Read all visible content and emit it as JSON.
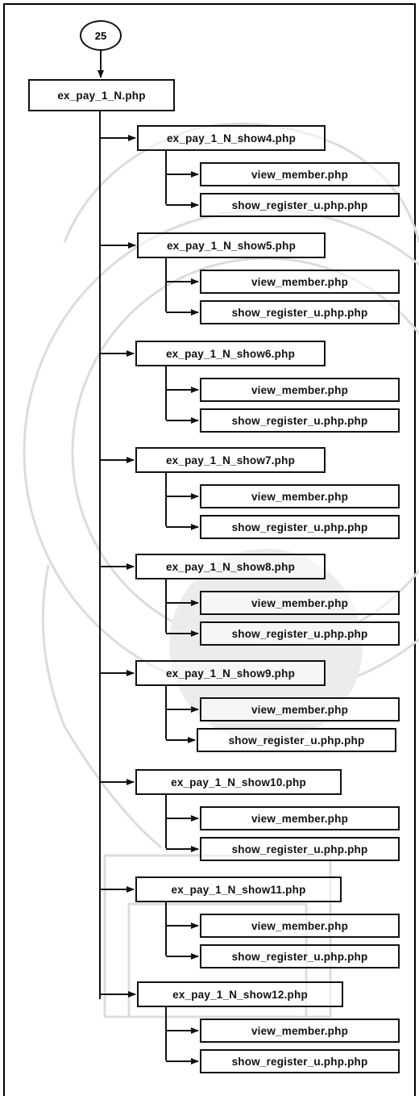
{
  "connector": {
    "label": "25"
  },
  "root": {
    "label": "ex_pay_1_N.php"
  },
  "groups": [
    {
      "label": "ex_pay_1_N_show4.php",
      "children": [
        "view_member.php",
        "show_register_u.php.php"
      ]
    },
    {
      "label": "ex_pay_1_N_show5.php",
      "children": [
        "view_member.php",
        "show_register_u.php.php"
      ]
    },
    {
      "label": "ex_pay_1_N_show6.php",
      "children": [
        "view_member.php",
        "show_register_u.php.php"
      ]
    },
    {
      "label": "ex_pay_1_N_show7.php",
      "children": [
        "view_member.php",
        "show_register_u.php.php"
      ]
    },
    {
      "label": "ex_pay_1_N_show8.php",
      "children": [
        "view_member.php",
        "show_register_u.php.php"
      ]
    },
    {
      "label": "ex_pay_1_N_show9.php",
      "children": [
        "view_member.php",
        "show_register_u.php.php"
      ]
    },
    {
      "label": "ex_pay_1_N_show10.php",
      "children": [
        "view_member.php",
        "show_register_u.php.php"
      ]
    },
    {
      "label": "ex_pay_1_N_show11.php",
      "children": [
        "view_member.php",
        "show_register_u.php.php"
      ]
    },
    {
      "label": "ex_pay_1_N_show12.php",
      "children": [
        "view_member.php",
        "show_register_u.php.php"
      ]
    }
  ],
  "colors": {
    "line": "#111111",
    "border": "#000000",
    "watermark": "#d6d6d6"
  }
}
